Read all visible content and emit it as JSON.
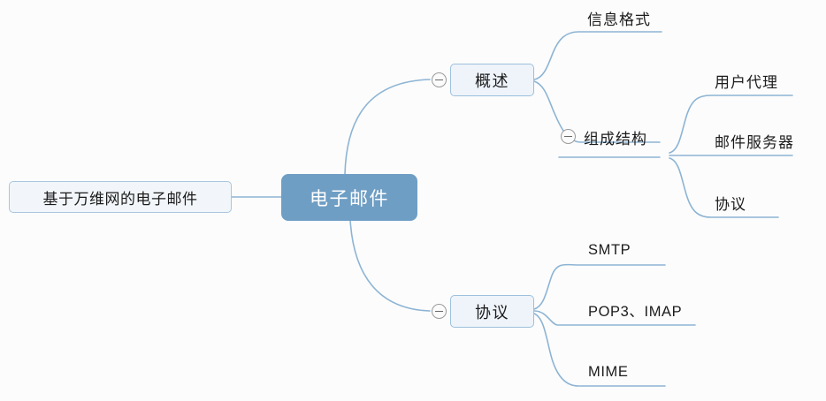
{
  "diagram": {
    "type": "mind-map",
    "title": "基于万维网的电子邮件",
    "colors": {
      "central_fill": "#6f9ec4",
      "central_text": "#ffffff",
      "box_fill": "#eef4fa",
      "box_border": "#9dc0dc",
      "edge": "#8db4d4",
      "text": "#1c1c1c",
      "background": "#fcfcfc"
    }
  },
  "nodes": {
    "root": {
      "label": "基于万维网的电子邮件"
    },
    "central": {
      "label": "电子邮件"
    },
    "overview": {
      "label": "概述",
      "toggle": "collapse-minus"
    },
    "protocol_branch": {
      "label": "协议",
      "toggle": "collapse-minus"
    },
    "message_format": {
      "label": "信息格式"
    },
    "structure": {
      "label": "组成结构",
      "toggle": "collapse-minus"
    },
    "user_agent": {
      "label": "用户代理"
    },
    "mail_server": {
      "label": "邮件服务器"
    },
    "protocol_leaf": {
      "label": "协议"
    },
    "smtp": {
      "label": "SMTP"
    },
    "pop3_imap": {
      "label": "POP3、IMAP"
    },
    "mime": {
      "label": "MIME"
    }
  }
}
